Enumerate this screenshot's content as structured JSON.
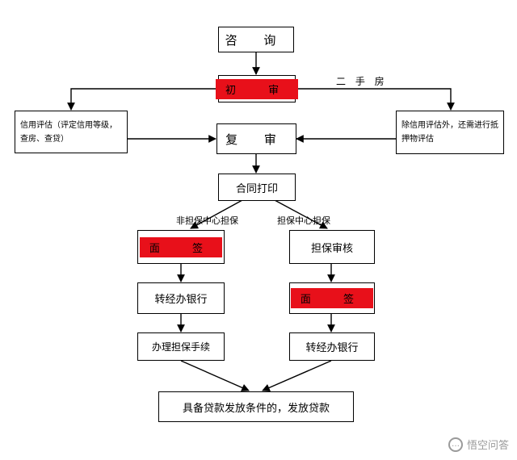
{
  "nodes": {
    "consult": "咨 询",
    "initial_review": "初 审",
    "credit_eval_left": "信用评估（评定信用等级，查房、查贷）",
    "re_review": "复 审",
    "credit_eval_right": "除信用评估外，还需进行抵押物评估",
    "contract_print": "合同打印",
    "face_sign_left": "面 签",
    "guarantee_review": "担保审核",
    "transfer_bank_left": "转经办银行",
    "face_sign_right": "面 签",
    "guarantee_procedures": "办理担保手续",
    "transfer_bank_right": "转经办银行",
    "final": "具备贷款发放条件的，发放贷款"
  },
  "edge_labels": {
    "second_hand": "二 手 房",
    "non_guarantee": "非担保中心担保",
    "guarantee": "担保中心担保"
  },
  "watermark": {
    "text": "悟空问答",
    "icon": "chat-bubble-icon"
  },
  "colors": {
    "highlight": "#e8101a",
    "line": "#000000"
  }
}
